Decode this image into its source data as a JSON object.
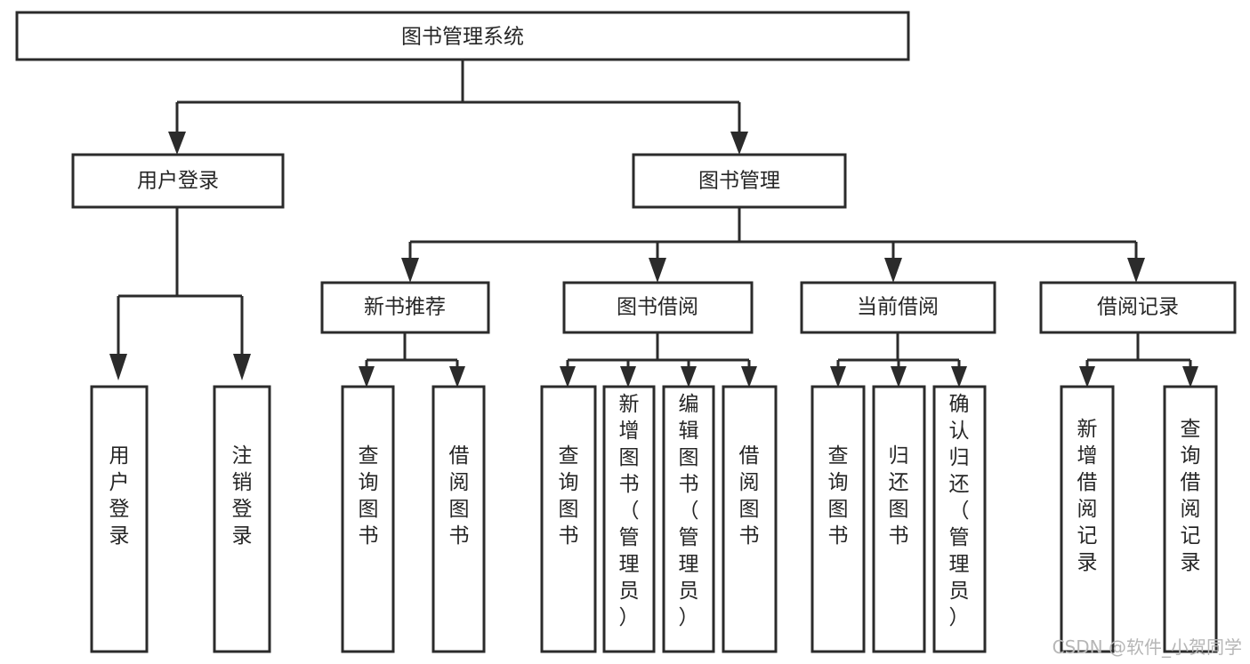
{
  "diagram": {
    "type": "tree",
    "title": "图书管理系统",
    "root": {
      "id": "root",
      "label": "图书管理系统"
    },
    "level2": [
      {
        "id": "user-login",
        "label": "用户登录"
      },
      {
        "id": "book-manage",
        "label": "图书管理"
      }
    ],
    "level3": [
      {
        "id": "new-book-recommend",
        "label": "新书推荐"
      },
      {
        "id": "book-borrow",
        "label": "图书借阅"
      },
      {
        "id": "current-borrow",
        "label": "当前借阅"
      },
      {
        "id": "borrow-record",
        "label": "借阅记录"
      }
    ],
    "leaves": {
      "user_login": [
        {
          "id": "leaf-user-login",
          "label": "用户登录"
        },
        {
          "id": "leaf-logout",
          "label": "注销登录"
        }
      ],
      "new_book_recommend": [
        {
          "id": "leaf-query-book-1",
          "label": "查询图书"
        },
        {
          "id": "leaf-borrow-book-1",
          "label": "借阅图书"
        }
      ],
      "book_borrow": [
        {
          "id": "leaf-query-book-2",
          "label": "查询图书"
        },
        {
          "id": "leaf-add-book",
          "label": "新增图书（管理员）"
        },
        {
          "id": "leaf-edit-book",
          "label": "编辑图书（管理员）"
        },
        {
          "id": "leaf-borrow-book-2",
          "label": "借阅图书"
        }
      ],
      "current_borrow": [
        {
          "id": "leaf-query-book-3",
          "label": "查询图书"
        },
        {
          "id": "leaf-return-book",
          "label": "归还图书"
        },
        {
          "id": "leaf-confirm-return",
          "label": "确认归还（管理员）"
        }
      ],
      "borrow_record": [
        {
          "id": "leaf-add-record",
          "label": "新增借阅记录"
        },
        {
          "id": "leaf-query-record",
          "label": "查询借阅记录"
        }
      ]
    }
  },
  "watermark": {
    "label": "CSDN @软件_小贺同学"
  },
  "colors": {
    "stroke": "#2b2b2b",
    "box_fill": "#ffffff",
    "text": "#262626",
    "watermark": "#b6b6b6",
    "background": "#ffffff"
  }
}
